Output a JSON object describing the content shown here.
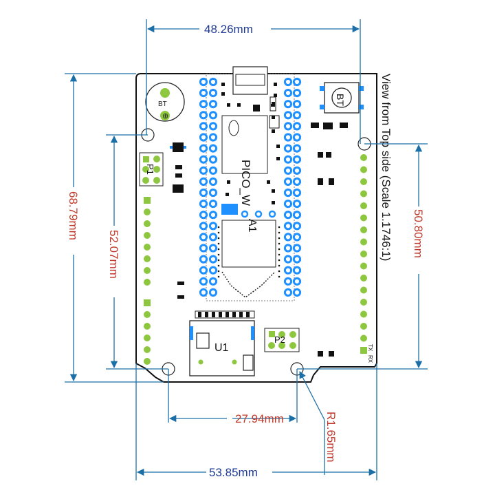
{
  "dimensions": {
    "top_width": "48.26mm",
    "left_height": "68.79mm",
    "inner_left_height": "52.07mm",
    "right_height": "50.80mm",
    "hole_spacing": "27.94mm",
    "bottom_width": "53.85mm",
    "radius": "R1.65mm"
  },
  "title": "View from Top side (Scale 1.1746:1)",
  "labels": {
    "p1": "P1",
    "p2": "P2",
    "u1": "U1",
    "a1": "A1",
    "bt": "BT",
    "pico": "PICO_W",
    "tx": "TX",
    "rx": "RX"
  },
  "colors": {
    "dimension_line": "#1c6fa6",
    "dimension_text": "#c0392b",
    "pad_green": "#8dc63f",
    "pad_blue": "#1e90ff",
    "outline": "#111111"
  }
}
